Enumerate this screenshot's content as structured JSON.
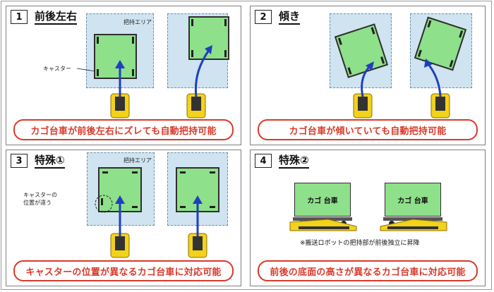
{
  "panels": [
    {
      "number": "1",
      "title": "前後左右",
      "grip_area_label": "把持エリア",
      "caster_label": "キャスター",
      "caption": "カゴ台車が前後左右にズレても自動把持可能"
    },
    {
      "number": "2",
      "title": "傾き",
      "caption": "カゴ台車が傾いていても自動把持可能"
    },
    {
      "number": "3",
      "title": "特殊①",
      "grip_area_label": "把持エリア",
      "caster_position_label_line1": "キャスターの",
      "caster_position_label_line2": "位置が違う",
      "caption": "キャスターの位置が異なるカゴ台車に対応可能"
    },
    {
      "number": "4",
      "title": "特殊②",
      "cart_label_left": "カゴ 台車",
      "cart_label_right": "カゴ 台車",
      "note": "※搬送ロボットの把持部が前後独立に昇降",
      "caption": "前後の底面の高さが異なるカゴ台車に対応可能"
    }
  ],
  "colors": {
    "caption_red": "#d93a2b",
    "grip_area_blue": "#cfe3f0",
    "cart_green": "#8ee08a",
    "arrow_blue": "#1f3fbf",
    "robot_yellow": "#f2d21b"
  },
  "icons": {
    "robot": "robot-gripper-icon",
    "arrow": "curved-arrow-icon"
  }
}
